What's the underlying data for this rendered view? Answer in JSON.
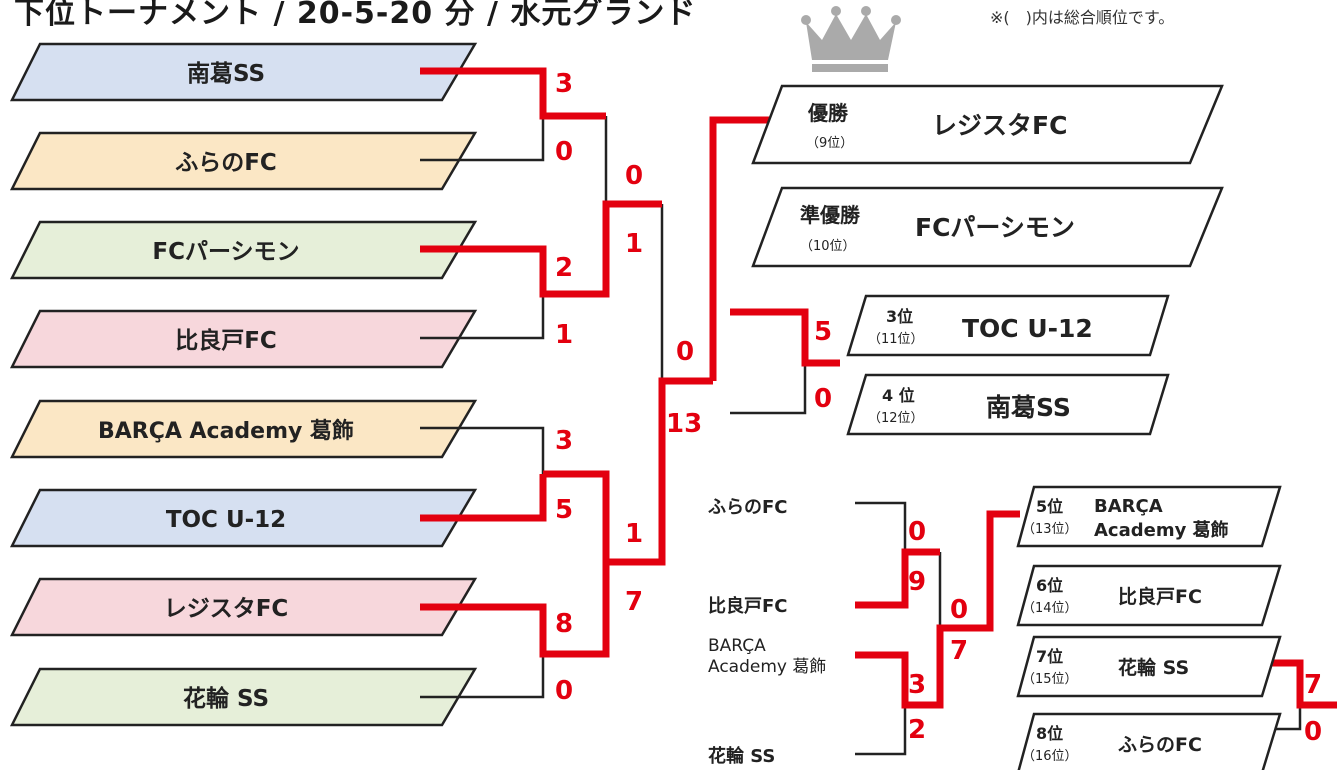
{
  "header": {
    "title": "下位トーナメント / 20-5-20 分 / 水元グランド",
    "note": "※(　)内は総合順位です。"
  },
  "colors": {
    "win": "#e3000f",
    "line": "#222222",
    "team_fill": [
      "#d6e0f1",
      "#fbe7c5",
      "#e6efd9",
      "#f7d7dc",
      "#fbe7c5",
      "#d6e0f1",
      "#f7d7dc",
      "#e6efd9"
    ],
    "crown": "#aaaaaa"
  },
  "teams": [
    "南葛SS",
    "ふらのFC",
    "FCパーシモン",
    "比良戸FC",
    "BARÇA Academy 葛飾",
    "TOC U-12",
    "レジスタFC",
    "花輪 SS"
  ],
  "round1_scores": [
    "3",
    "0",
    "2",
    "1",
    "3",
    "5",
    "8",
    "0"
  ],
  "semifinal_scores": [
    "0",
    "1",
    "1",
    "7"
  ],
  "final_scores": [
    "0",
    "13"
  ],
  "results": [
    {
      "rank": "優勝",
      "overall": "（9位）",
      "team": "レジスタFC"
    },
    {
      "rank": "準優勝",
      "overall": "（10位）",
      "team": "FCパーシモン"
    },
    {
      "rank": "3位",
      "overall": "（11位）",
      "team": "TOC U-12"
    },
    {
      "rank": "4 位",
      "overall": "（12位）",
      "team": "南葛SS"
    },
    {
      "rank": "5位",
      "overall": "（13位）",
      "team": "BARÇA",
      "team2": "Academy 葛飾"
    },
    {
      "rank": "6位",
      "overall": "（14位）",
      "team": "比良戸FC"
    },
    {
      "rank": "7位",
      "overall": "（15位）",
      "team": "花輪 SS"
    },
    {
      "rank": "8位",
      "overall": "（16位）",
      "team": "ふらのFC"
    }
  ],
  "third_place_scores": [
    "5",
    "0"
  ],
  "lower": {
    "teams": [
      "ふらのFC",
      "比良戸FC",
      "BARÇA",
      "Academy 葛飾",
      "花輪 SS"
    ],
    "scores": [
      "0",
      "9",
      "3",
      "2"
    ],
    "final_scores": [
      "0",
      "7"
    ]
  },
  "seventh_place_scores": [
    "7",
    "0"
  ]
}
